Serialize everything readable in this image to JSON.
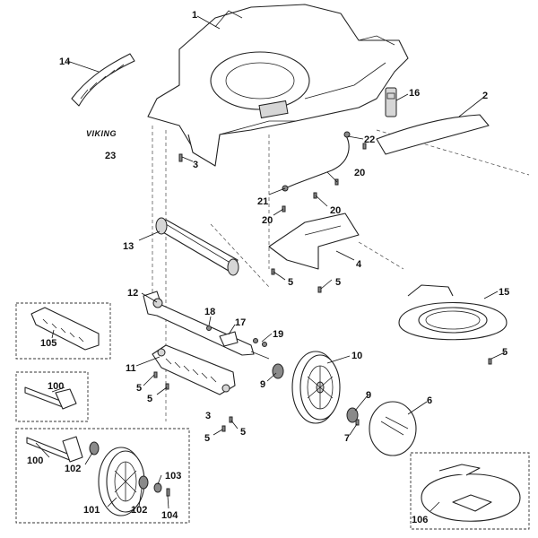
{
  "brand": "VIKING",
  "labels": {
    "p1": "1",
    "p2": "2",
    "p3a": "3",
    "p3b": "3",
    "p4": "4",
    "p5a": "5",
    "p5b": "5",
    "p5c": "5",
    "p5d": "5",
    "p5e": "5",
    "p5f": "5",
    "p5g": "5",
    "p6": "6",
    "p7": "7",
    "p9a": "9",
    "p9b": "9",
    "p10": "10",
    "p11": "11",
    "p12": "12",
    "p13": "13",
    "p14": "14",
    "p15": "15",
    "p16": "16",
    "p17": "17",
    "p18": "18",
    "p19": "19",
    "p20a": "20",
    "p20b": "20",
    "p20c": "20",
    "p21": "21",
    "p22": "22",
    "p23": "23",
    "p100a": "100",
    "p100b": "100",
    "p101": "101",
    "p102a": "102",
    "p102b": "102",
    "p103": "103",
    "p104": "104",
    "p105": "105",
    "p106": "106"
  }
}
